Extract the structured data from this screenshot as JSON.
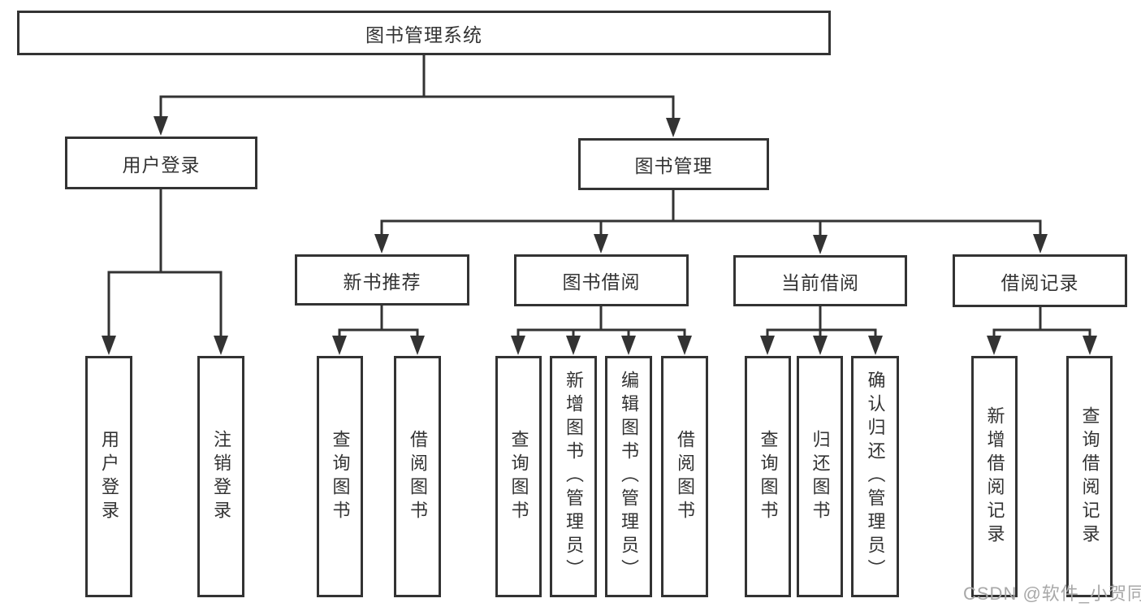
{
  "tree": {
    "root": {
      "label": "图书管理系统",
      "children": [
        {
          "label": "用户登录",
          "children": [
            {
              "label": "用户登录"
            },
            {
              "label": "注销登录"
            }
          ]
        },
        {
          "label": "图书管理",
          "children": [
            {
              "label": "新书推荐",
              "children": [
                {
                  "label": "查询图书"
                },
                {
                  "label": "借阅图书"
                }
              ]
            },
            {
              "label": "图书借阅",
              "children": [
                {
                  "label": "查询图书"
                },
                {
                  "label": "新增图书（管理员）"
                },
                {
                  "label": "编辑图书（管理员）"
                },
                {
                  "label": "借阅图书"
                }
              ]
            },
            {
              "label": "当前借阅",
              "children": [
                {
                  "label": "查询图书"
                },
                {
                  "label": "归还图书"
                },
                {
                  "label": "确认归还（管理员）"
                }
              ]
            },
            {
              "label": "借阅记录",
              "children": [
                {
                  "label": "新增借阅记录"
                },
                {
                  "label": "查询借阅记录"
                }
              ]
            }
          ]
        }
      ]
    }
  },
  "watermark": {
    "text": "CSDN @软件_小贺同学"
  },
  "colors": {
    "line": "#333333",
    "text": "#333333",
    "background": "#ffffff",
    "watermark": "#a8a8a8"
  }
}
